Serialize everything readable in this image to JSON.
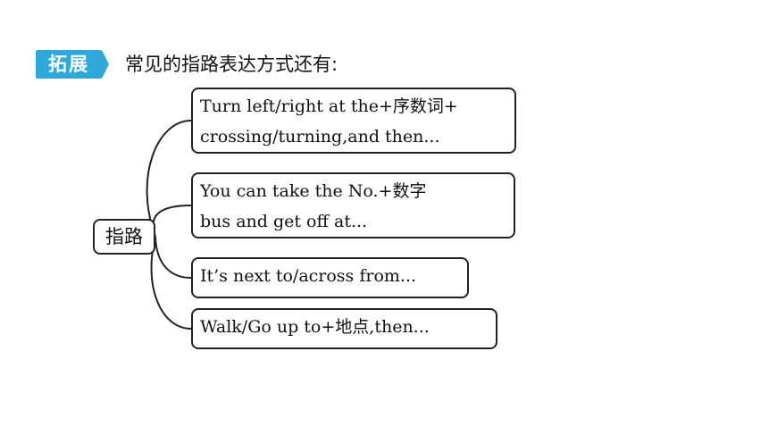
{
  "header": {
    "tag_label": "拓展",
    "intro_text": "常见的指路表达方式还有:"
  },
  "colors": {
    "tag_background": "#2fa9d9",
    "tag_text": "#ffffff",
    "border": "#222222"
  },
  "mindmap": {
    "root_label": "指路",
    "branches": [
      {
        "lines": [
          "Turn left/right at the+序数词+",
          "crossing/turning,and then..."
        ]
      },
      {
        "lines": [
          "You can take the No.+数字",
          "bus and get off at..."
        ]
      },
      {
        "lines": [
          "It’s next to/across from..."
        ]
      },
      {
        "lines": [
          "Walk/Go up to+地点,then..."
        ]
      }
    ]
  }
}
